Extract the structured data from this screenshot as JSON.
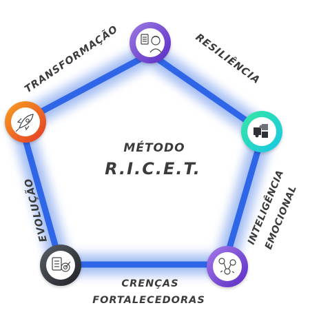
{
  "center": {
    "title": "MÉTODO",
    "subtitle": "R.I.C.E.T."
  },
  "nodes": [
    {
      "id": "resiliencia",
      "label": "RESILIÊNCIA",
      "icon": "brain-puzzle-icon",
      "colors": [
        "#9b7be3",
        "#5a2bc4"
      ]
    },
    {
      "id": "inteligencia",
      "label_line1": "INTELIGÊNCIA",
      "label_line2": "EMOCIONAL",
      "icon": "puzzle-icon",
      "colors": [
        "#36e8a0",
        "#18c6e8"
      ]
    },
    {
      "id": "crencas",
      "label_line1": "CRENÇAS",
      "label_line2": "FORTALECEDORAS",
      "icon": "ideas-network-icon",
      "colors": [
        "#a47ae8",
        "#5a2bc4"
      ]
    },
    {
      "id": "evolucao",
      "label": "EVOLUÇÃO",
      "icon": "checklist-target-icon",
      "colors": [
        "#4a4f57",
        "#23262b"
      ]
    },
    {
      "id": "transformacao",
      "label": "TRANSFORMAÇÃO",
      "icon": "rocket-icon",
      "colors": [
        "#f7a120",
        "#e33a2a"
      ]
    }
  ],
  "colors": {
    "frame": "#2f66e8",
    "frame_light": "#8fb2f5",
    "text": "#3b3b3b"
  }
}
